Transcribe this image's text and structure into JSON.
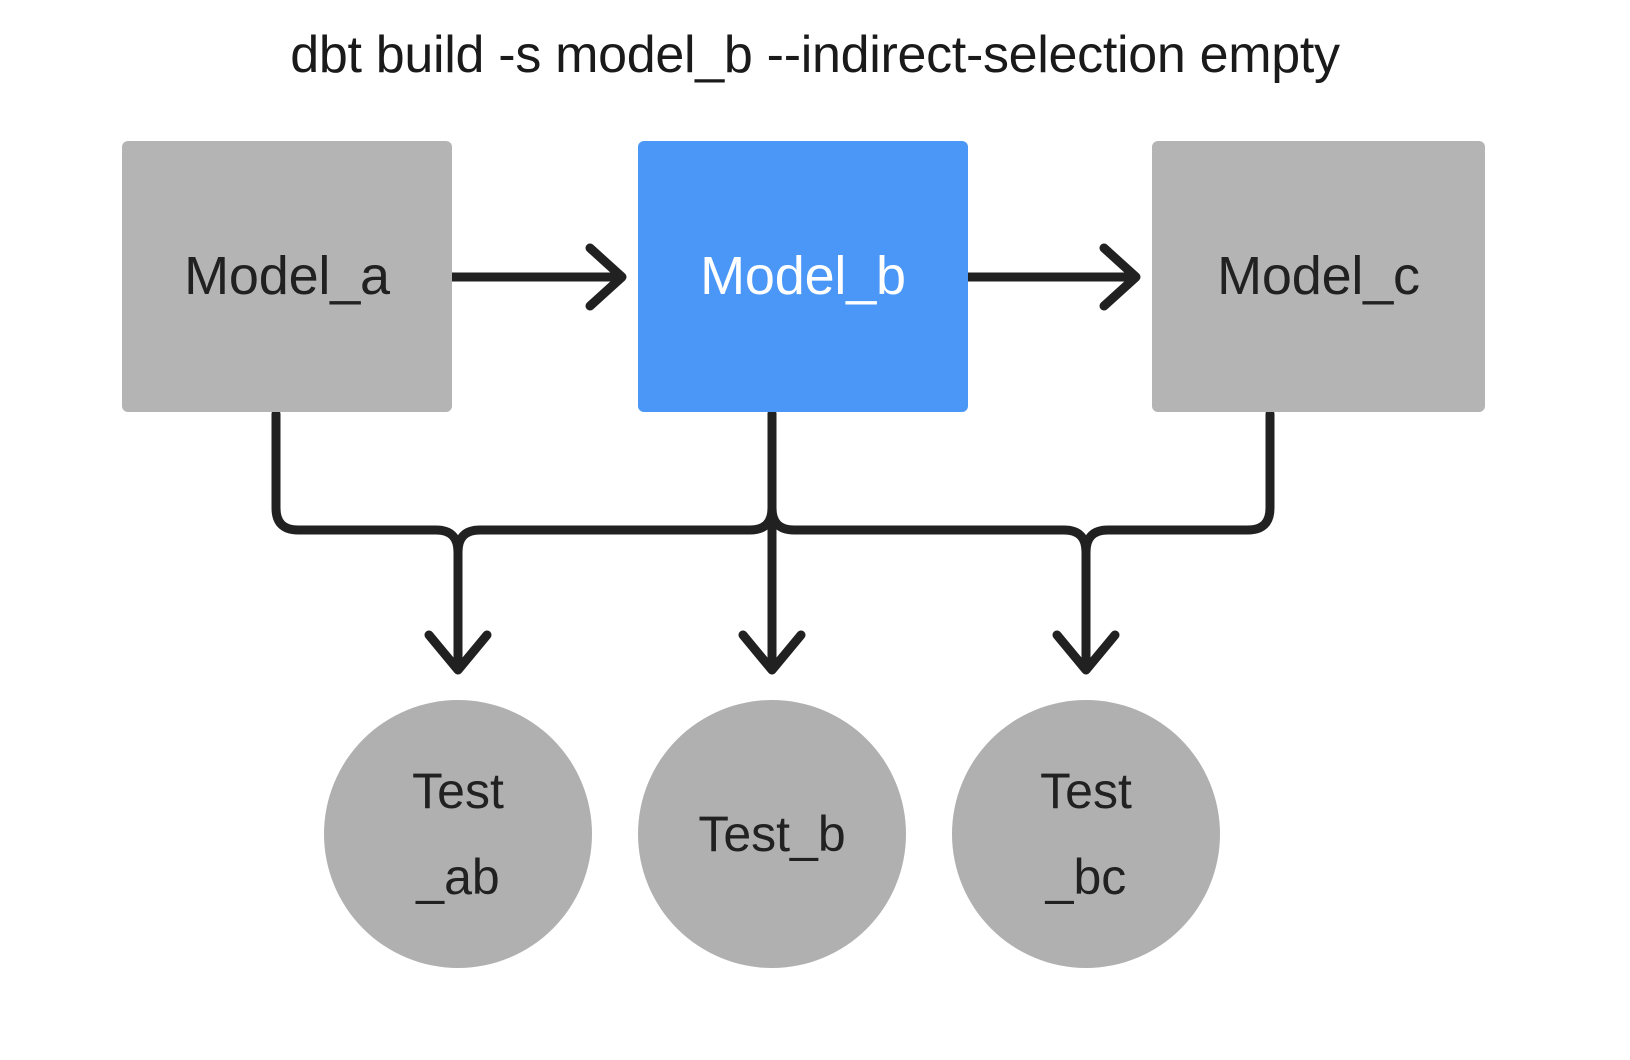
{
  "diagram": {
    "title": "dbt build -s model_b --indirect-selection empty",
    "type": "dbt-dag-selection-graph",
    "background_color": "#ffffff",
    "colors": {
      "model_default": "#b4b4b4",
      "model_selected": "#4a97f7",
      "model_selected_text": "#ffffff",
      "test_node": "#b0b0b0",
      "edge": "#212121",
      "text": "#212121"
    },
    "models": [
      {
        "id": "model_a",
        "label": "Model_a",
        "selected": false
      },
      {
        "id": "model_b",
        "label": "Model_b",
        "selected": true
      },
      {
        "id": "model_c",
        "label": "Model_c",
        "selected": false
      }
    ],
    "tests": [
      {
        "id": "test_ab",
        "line1": "Test",
        "line2": "_ab",
        "single_line": ""
      },
      {
        "id": "test_b",
        "line1": "",
        "line2": "",
        "single_line": "Test_b"
      },
      {
        "id": "test_bc",
        "line1": "Test",
        "line2": "_bc",
        "single_line": ""
      }
    ],
    "edges": [
      {
        "from": "model_a",
        "to": "model_b",
        "style": "straight-arrow"
      },
      {
        "from": "model_b",
        "to": "model_c",
        "style": "straight-arrow"
      },
      {
        "from": "model_a",
        "to": "test_ab",
        "style": "orthogonal-arrow"
      },
      {
        "from": "model_b",
        "to": "test_ab",
        "style": "orthogonal-arrow"
      },
      {
        "from": "model_b",
        "to": "test_b",
        "style": "orthogonal-arrow"
      },
      {
        "from": "model_b",
        "to": "test_bc",
        "style": "orthogonal-arrow"
      },
      {
        "from": "model_c",
        "to": "test_bc",
        "style": "orthogonal-arrow"
      }
    ]
  }
}
